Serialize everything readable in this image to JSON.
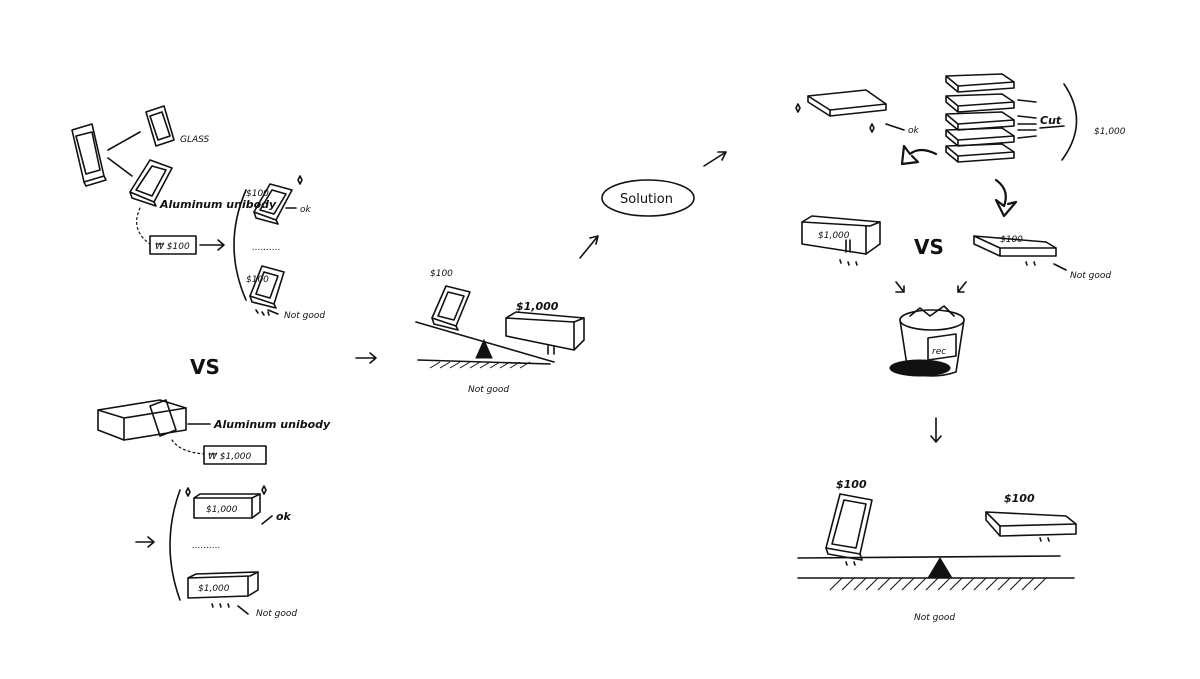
{
  "labels": {
    "glass": "GLASS",
    "aluminum_unibody_1": "Aluminum unibody",
    "price_100_tag": "₩ $100",
    "price_1000_tag": "₩ $1,000",
    "aluminum_unibody_2": "Aluminum unibody",
    "ok": "ok",
    "not_good": "Not good",
    "vs": "VS",
    "solution": "Solution",
    "price_100": "$100",
    "price_1000": "$1,000",
    "cut": "Cut",
    "dots": "..........",
    "rec": "rec"
  }
}
